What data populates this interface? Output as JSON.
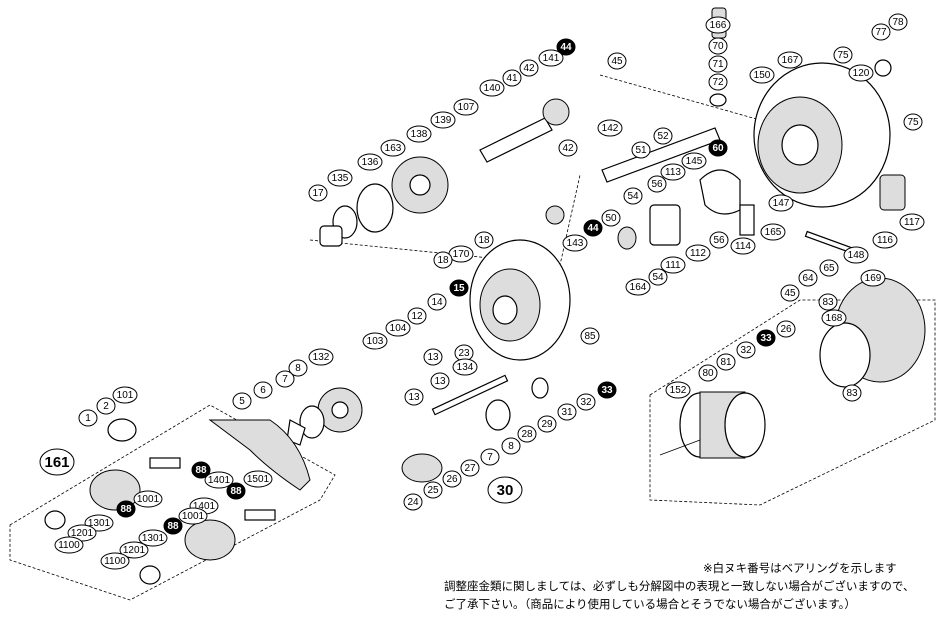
{
  "labels": [
    {
      "n": "44",
      "f": true
    },
    {
      "n": "45"
    },
    {
      "n": "141"
    },
    {
      "n": "42"
    },
    {
      "n": "140"
    },
    {
      "n": "41"
    },
    {
      "n": "107"
    },
    {
      "n": "139"
    },
    {
      "n": "138"
    },
    {
      "n": "163"
    },
    {
      "n": "136"
    },
    {
      "n": "135"
    },
    {
      "n": "17"
    },
    {
      "n": "142"
    },
    {
      "n": "52"
    },
    {
      "n": "51"
    },
    {
      "n": "60",
      "f": true
    },
    {
      "n": "145"
    },
    {
      "n": "113"
    },
    {
      "n": "56"
    },
    {
      "n": "147"
    },
    {
      "n": "54"
    },
    {
      "n": "50"
    },
    {
      "n": "44",
      "f": true
    },
    {
      "n": "143"
    },
    {
      "n": "165"
    },
    {
      "n": "56"
    },
    {
      "n": "114"
    },
    {
      "n": "112"
    },
    {
      "n": "111"
    },
    {
      "n": "54"
    },
    {
      "n": "164"
    },
    {
      "n": "45"
    },
    {
      "n": "42"
    },
    {
      "n": "166"
    },
    {
      "n": "70"
    },
    {
      "n": "71"
    },
    {
      "n": "72"
    },
    {
      "n": "150"
    },
    {
      "n": "167"
    },
    {
      "n": "75"
    },
    {
      "n": "120"
    },
    {
      "n": "77"
    },
    {
      "n": "78"
    },
    {
      "n": "75"
    },
    {
      "n": "117"
    },
    {
      "n": "116"
    },
    {
      "n": "148"
    },
    {
      "n": "65"
    },
    {
      "n": "64"
    },
    {
      "n": "18"
    },
    {
      "n": "170"
    },
    {
      "n": "18"
    },
    {
      "n": "15",
      "f": true
    },
    {
      "n": "14"
    },
    {
      "n": "12"
    },
    {
      "n": "104"
    },
    {
      "n": "103"
    },
    {
      "n": "132"
    },
    {
      "n": "8"
    },
    {
      "n": "7"
    },
    {
      "n": "6"
    },
    {
      "n": "5"
    },
    {
      "n": "85"
    },
    {
      "n": "23"
    },
    {
      "n": "134"
    },
    {
      "n": "13"
    },
    {
      "n": "13"
    },
    {
      "n": "13"
    },
    {
      "n": "33",
      "f": true
    },
    {
      "n": "32"
    },
    {
      "n": "31"
    },
    {
      "n": "29"
    },
    {
      "n": "28"
    },
    {
      "n": "8"
    },
    {
      "n": "7"
    },
    {
      "n": "27"
    },
    {
      "n": "26"
    },
    {
      "n": "25"
    },
    {
      "n": "24"
    },
    {
      "n": "30",
      "b": true
    },
    {
      "n": "169"
    },
    {
      "n": "83"
    },
    {
      "n": "168"
    },
    {
      "n": "26"
    },
    {
      "n": "33",
      "f": true
    },
    {
      "n": "32"
    },
    {
      "n": "81"
    },
    {
      "n": "80"
    },
    {
      "n": "152"
    },
    {
      "n": "83"
    },
    {
      "n": "1"
    },
    {
      "n": "2"
    },
    {
      "n": "101"
    },
    {
      "n": "161",
      "b": true
    },
    {
      "n": "1401"
    },
    {
      "n": "88",
      "f": true
    },
    {
      "n": "1501"
    },
    {
      "n": "88",
      "f": true
    },
    {
      "n": "1001"
    },
    {
      "n": "88",
      "f": true
    },
    {
      "n": "1301"
    },
    {
      "n": "1201"
    },
    {
      "n": "1100"
    },
    {
      "n": "1401"
    },
    {
      "n": "1001"
    },
    {
      "n": "88",
      "f": true
    },
    {
      "n": "1301"
    },
    {
      "n": "1201"
    },
    {
      "n": "1100"
    }
  ],
  "notes": {
    "bearing_note": "※白ヌキ番号はベアリングを示します",
    "line1": "調整座金類に関しましては、必ずしも分解図中の表現と一致しない場合がございますので、",
    "line2": "ご了承下さい。（商品により使用している場合とそうでない場合がございます。）"
  }
}
